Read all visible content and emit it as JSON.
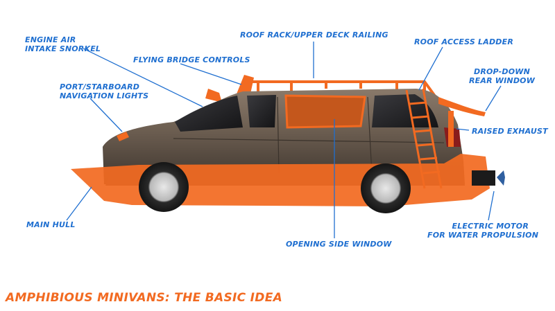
{
  "title": "AMPHIBIOUS MINIVANS: THE BASIC IDEA",
  "colors": {
    "accent_orange": "#f26a21",
    "label_blue": "#1f6fd0",
    "van_body": "#6e5f52",
    "window_dark": "#1d1d1f"
  },
  "labels": {
    "engine_air_intake": [
      "ENGINE AIR",
      "INTAKE SNORKEL"
    ],
    "flying_bridge": [
      "FLYING BRIDGE CONTROLS"
    ],
    "roof_rack": [
      "ROOF RACK/UPPER DECK RAILING"
    ],
    "roof_ladder": [
      "ROOF ACCESS LADDER"
    ],
    "drop_down_window": [
      "DROP-DOWN",
      "REAR WINDOW"
    ],
    "nav_lights": [
      "PORT/STARBOARD",
      "NAVIGATION LIGHTS"
    ],
    "raised_exhaust": [
      "RAISED EXHAUST"
    ],
    "main_hull": [
      "MAIN HULL"
    ],
    "side_window": [
      "OPENING SIDE WINDOW"
    ],
    "electric_motor": [
      "ELECTRIC MOTOR",
      "FOR WATER PROPULSION"
    ]
  }
}
